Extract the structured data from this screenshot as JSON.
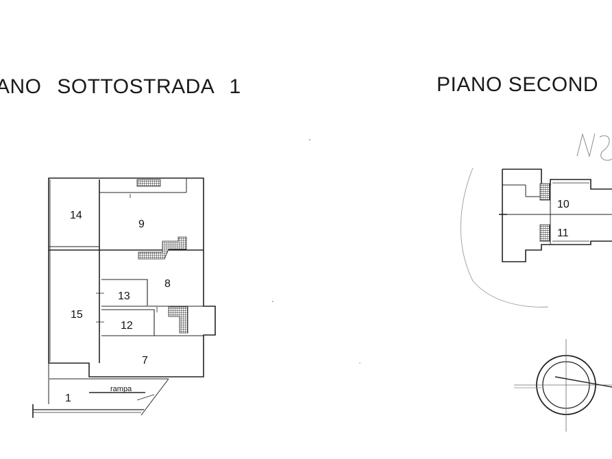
{
  "titles": {
    "left": "ANO   SOTTOSTRADA  1",
    "right": "PIANO SECOND"
  },
  "left_plan": {
    "rooms": [
      "14",
      "9",
      "8",
      "13",
      "15",
      "12",
      "7",
      "1"
    ],
    "ramp_label": "rampa"
  },
  "right_plan": {
    "rooms": [
      "10",
      "11"
    ],
    "handwritten": "N"
  },
  "colors": {
    "ink": "#222222",
    "paper": "#ffffff",
    "pencil": "#9a9a9a"
  },
  "icons": [
    "stair-icon",
    "north-arrow-icon"
  ]
}
